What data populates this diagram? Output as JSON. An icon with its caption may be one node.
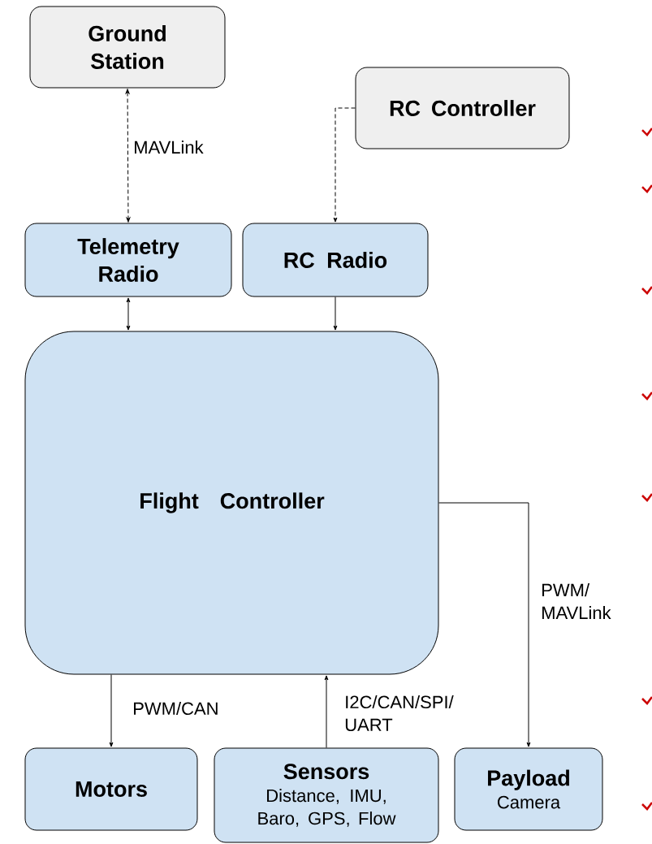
{
  "diagram": {
    "nodes": [
      {
        "text": [
          "Ground Station"
        ]
      },
      {
        "text": [
          "RC Controller"
        ]
      },
      {
        "text": [
          "Telemetry Radio"
        ]
      },
      {
        "text": [
          "RC Radio"
        ]
      },
      {
        "text": [
          "Flight Controller"
        ]
      },
      {
        "text": [
          "Motors"
        ]
      },
      {
        "text": [
          "Sensors",
          "Distance, IMU, Baro, GPS, Flow"
        ]
      },
      {
        "text": [
          "Payload",
          "Camera"
        ]
      }
    ],
    "edges": [
      {
        "from": 0,
        "to": 2,
        "arrow": "both",
        "style": "dashed",
        "label": "MAVLink"
      },
      {
        "from": 1,
        "to": 3,
        "arrow": "to",
        "style": "dashed"
      },
      {
        "from": 2,
        "to": 4,
        "arrow": "both"
      },
      {
        "from": 3,
        "to": 4,
        "arrow": "to"
      },
      {
        "from": 4,
        "to": 5,
        "arrow": "to",
        "label": "PWM/CAN"
      },
      {
        "from": 6,
        "to": 4,
        "arrow": "to",
        "label": "I2C/CAN/SPI/ UART"
      },
      {
        "from": 4,
        "to": 7,
        "arrow": "to",
        "label": "PWM/ MAVLink"
      }
    ]
  }
}
